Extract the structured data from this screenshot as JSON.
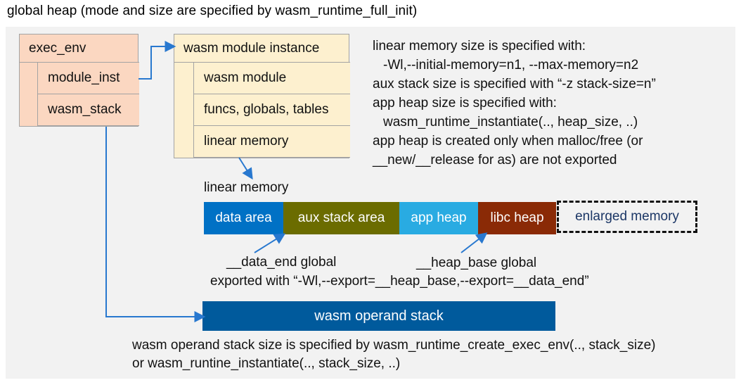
{
  "title": "global heap (mode and size are specified by wasm_runtime_full_init)",
  "exec_env": {
    "label": "exec_env",
    "children": [
      "module_inst",
      "wasm_stack"
    ]
  },
  "module_instance": {
    "label": "wasm module instance",
    "children": [
      "wasm module",
      "funcs, globals, tables",
      "linear memory"
    ]
  },
  "notes_right": {
    "lines": [
      "linear memory size is specified with:",
      "-Wl,--initial-memory=n1, --max-memory=n2",
      "aux stack size is specified with “-z stack-size=n”",
      "app heap size is specified with:",
      "wasm_runtime_instantiate(.., heap_size, ..)",
      "app heap is created only when malloc/free (or",
      "__new/__release for as) are not exported"
    ]
  },
  "linear_memory": {
    "label": "linear memory",
    "segments": [
      {
        "label": "data area",
        "color": "#0071c5"
      },
      {
        "label": "aux stack area",
        "color": "#6b6c00"
      },
      {
        "label": "app heap",
        "color": "#29abe2"
      },
      {
        "label": "libc heap",
        "color": "#8a2a06"
      },
      {
        "label": "enlarged memory",
        "color": "dashed-outline"
      }
    ]
  },
  "annotations": {
    "data_end": "__data_end global",
    "heap_base": "__heap_base global",
    "exported": "exported with “-Wl,--export=__heap_base,--export=__data_end”"
  },
  "operand_stack": {
    "label": "wasm operand stack",
    "note_line1": "wasm operand stack size is specified by wasm_runtime_create_exec_env(.., stack_size)",
    "note_line2": "or wasm_runtine_instantiate(.., stack_size, ..)"
  },
  "colors": {
    "panel_background": "#f2f2f2",
    "exec_env_fill": "#fbd7c1",
    "module_instance_fill": "#fdf0cf",
    "data_area": "#0071c5",
    "aux_stack_area": "#6b6c00",
    "app_heap": "#29abe2",
    "libc_heap": "#8a2a06",
    "enlarged_memory_text": "#1c3766",
    "operand_stack": "#005a9c",
    "connector": "#2878cf"
  }
}
